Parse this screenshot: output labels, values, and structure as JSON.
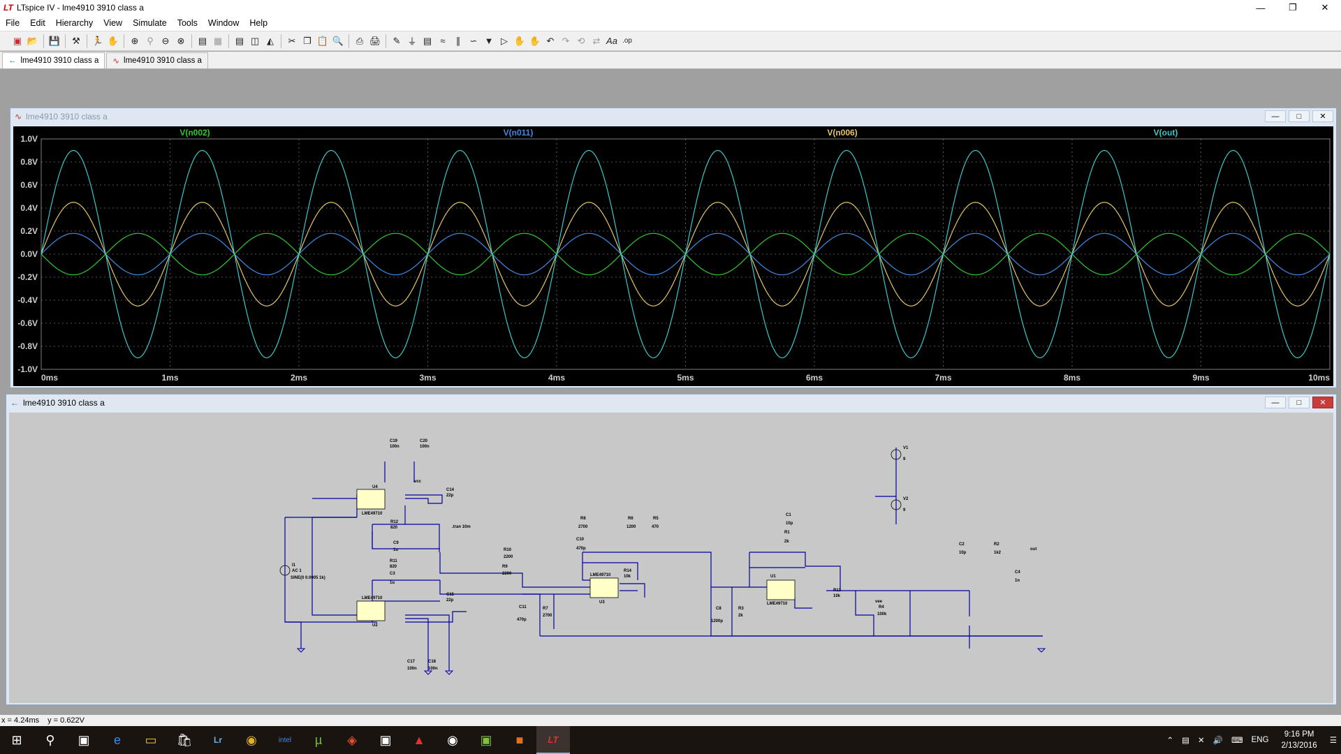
{
  "window": {
    "title": "LTspice IV - lme4910 3910 class a"
  },
  "menu": [
    "File",
    "Edit",
    "Hierarchy",
    "View",
    "Simulate",
    "Tools",
    "Window",
    "Help"
  ],
  "tabs": [
    {
      "label": "lme4910 3910 class a",
      "icon": "schematic-icon",
      "active": true
    },
    {
      "label": "lme4910 3910 class a",
      "icon": "waveform-icon",
      "active": false
    }
  ],
  "waveform_window": {
    "title": "lme4910 3910 class a",
    "traces": [
      {
        "label": "V(n002)",
        "color": "#32c832"
      },
      {
        "label": "V(n011)",
        "color": "#3c8ce6"
      },
      {
        "label": "V(n006)",
        "color": "#e6c864"
      },
      {
        "label": "V(out)",
        "color": "#3cc8c8"
      }
    ]
  },
  "chart_data": {
    "type": "line",
    "xlabel": "",
    "ylabel": "",
    "xlim": [
      0,
      10
    ],
    "ylim": [
      -1.0,
      1.0
    ],
    "grid": true,
    "y_ticks": [
      "1.0V",
      "0.8V",
      "0.6V",
      "0.4V",
      "0.2V",
      "0.0V",
      "-0.2V",
      "-0.4V",
      "-0.6V",
      "-0.8V",
      "-1.0V"
    ],
    "x_ticks": [
      "0ms",
      "1ms",
      "2ms",
      "3ms",
      "4ms",
      "5ms",
      "6ms",
      "7ms",
      "8ms",
      "9ms",
      "10ms"
    ],
    "frequency_khz": 1,
    "series": [
      {
        "name": "V(n002)",
        "amplitude": 0.18,
        "phase_deg": 180,
        "color": "#32c832"
      },
      {
        "name": "V(n011)",
        "amplitude": -0.18,
        "phase_deg": 180,
        "color": "#3c8ce6"
      },
      {
        "name": "V(n006)",
        "amplitude": 0.45,
        "phase_deg": 0,
        "color": "#e6c864"
      },
      {
        "name": "V(out)",
        "amplitude": 0.9,
        "phase_deg": 0,
        "color": "#3cc8c8"
      }
    ]
  },
  "schematic_window": {
    "title": "lme4910 3910 class a",
    "labels": {
      "c19": "C19",
      "c19v": "100n",
      "c20": "C20",
      "c20v": "100n",
      "u4": "U4",
      "u4p": "LME49710",
      "c14": "C14",
      "c14v": "22p",
      "r12": "R12",
      "r12v": "820",
      "tran": ".tran 10m",
      "c9": "C9",
      "c9v": "1u",
      "i1": "I1",
      "i1v": "AC 1",
      "i1s": "SINE(0 0.0005 1k)",
      "r10": "R10",
      "r10v": "2200",
      "r11": "R11",
      "r11v": "820",
      "c3": "C3",
      "c3v": "1u",
      "r9": "R9",
      "r9v": "2200",
      "u2p": "LME49710",
      "u2": "U2",
      "c15": "C15",
      "c15v": "22p",
      "c11": "C11",
      "c11v": "470p",
      "r7": "R7",
      "r7v": "2700",
      "c17": "C17",
      "c17v": "100n",
      "c18": "C18",
      "c18v": "100n",
      "r8": "R8",
      "r8v": "2700",
      "r6": "R6",
      "r6v": "1200",
      "r5": "R5",
      "r5v": "470",
      "c10": "C10",
      "c10v": "470p",
      "u3p": "LME49710",
      "u3": "U3",
      "r14": "R14",
      "r14v": "10k",
      "c8": "C8",
      "c8v": "1200p",
      "r3": "R3",
      "r3v": "2k",
      "c1": "C1",
      "c1v": "10p",
      "r1": "R1",
      "r1v": "2k",
      "u1": "U1",
      "u1p": "LME49710",
      "r13": "R13",
      "r13v": "10k",
      "r4": "R4",
      "r4v": "100k",
      "c2": "C2",
      "c2v": "10p",
      "r2": "R2",
      "r2v": "1k2",
      "c4": "C4",
      "c4v": "1n",
      "out": "out",
      "v1": "V1",
      "v2": "V2",
      "v1v": "9",
      "v2v": "9",
      "vcc": "vcc",
      "vee": "vee"
    }
  },
  "status": {
    "x": "x = 4.24ms",
    "y": "y = 0.622V"
  },
  "taskbar": {
    "icons": [
      "windows-start-icon",
      "search-icon",
      "task-view-icon",
      "edge-icon",
      "file-explorer-icon",
      "store-icon",
      "lightroom-icon",
      "chrome-icon",
      "intel-icon",
      "utorrent-icon",
      "app-icon",
      "app2-icon",
      "app3-icon",
      "app4-icon",
      "app5-icon",
      "app6-icon",
      "ltspice-icon"
    ],
    "lang": "ENG",
    "time": "9:16 PM",
    "date": "2/13/2016"
  }
}
